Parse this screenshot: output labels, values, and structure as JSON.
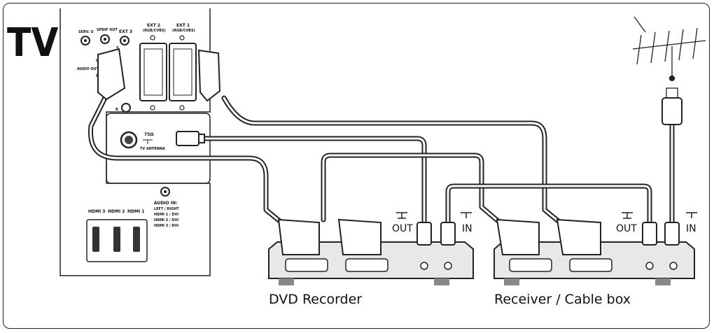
{
  "tv_label": "TV",
  "devices": {
    "dvd": {
      "name": "DVD Recorder"
    },
    "receiver": {
      "name": "Receiver / Cable box"
    }
  },
  "ports": {
    "serv_u": "SERV. U",
    "spdif_out": "SPDIF OUT",
    "ext3": "EXT 3",
    "ext2": "EXT 2",
    "ext2_sub": "(RGB/CVBS)",
    "ext1": "EXT 1",
    "ext1_sub": "(RGB/CVBS)",
    "audio_out": "AUDIO OUT",
    "l": "L",
    "r": "R",
    "y": "Y",
    "antenna_ohm": "75Ω",
    "tv_antenna": "TV ANTENNA",
    "audio_in": "AUDIO IN:",
    "audio_in_lines": [
      "LEFT / RIGHT",
      "HDMI 1 / DVI",
      "HDMI 2 / DVI",
      "HDMI 3 / DVI"
    ],
    "hdmi": [
      "HDMI 3",
      "HDMI 2",
      "HDMI 1"
    ]
  },
  "connectors": {
    "dvd_out": "OUT",
    "dvd_in": "IN",
    "rec_out": "OUT",
    "rec_in": "IN"
  }
}
